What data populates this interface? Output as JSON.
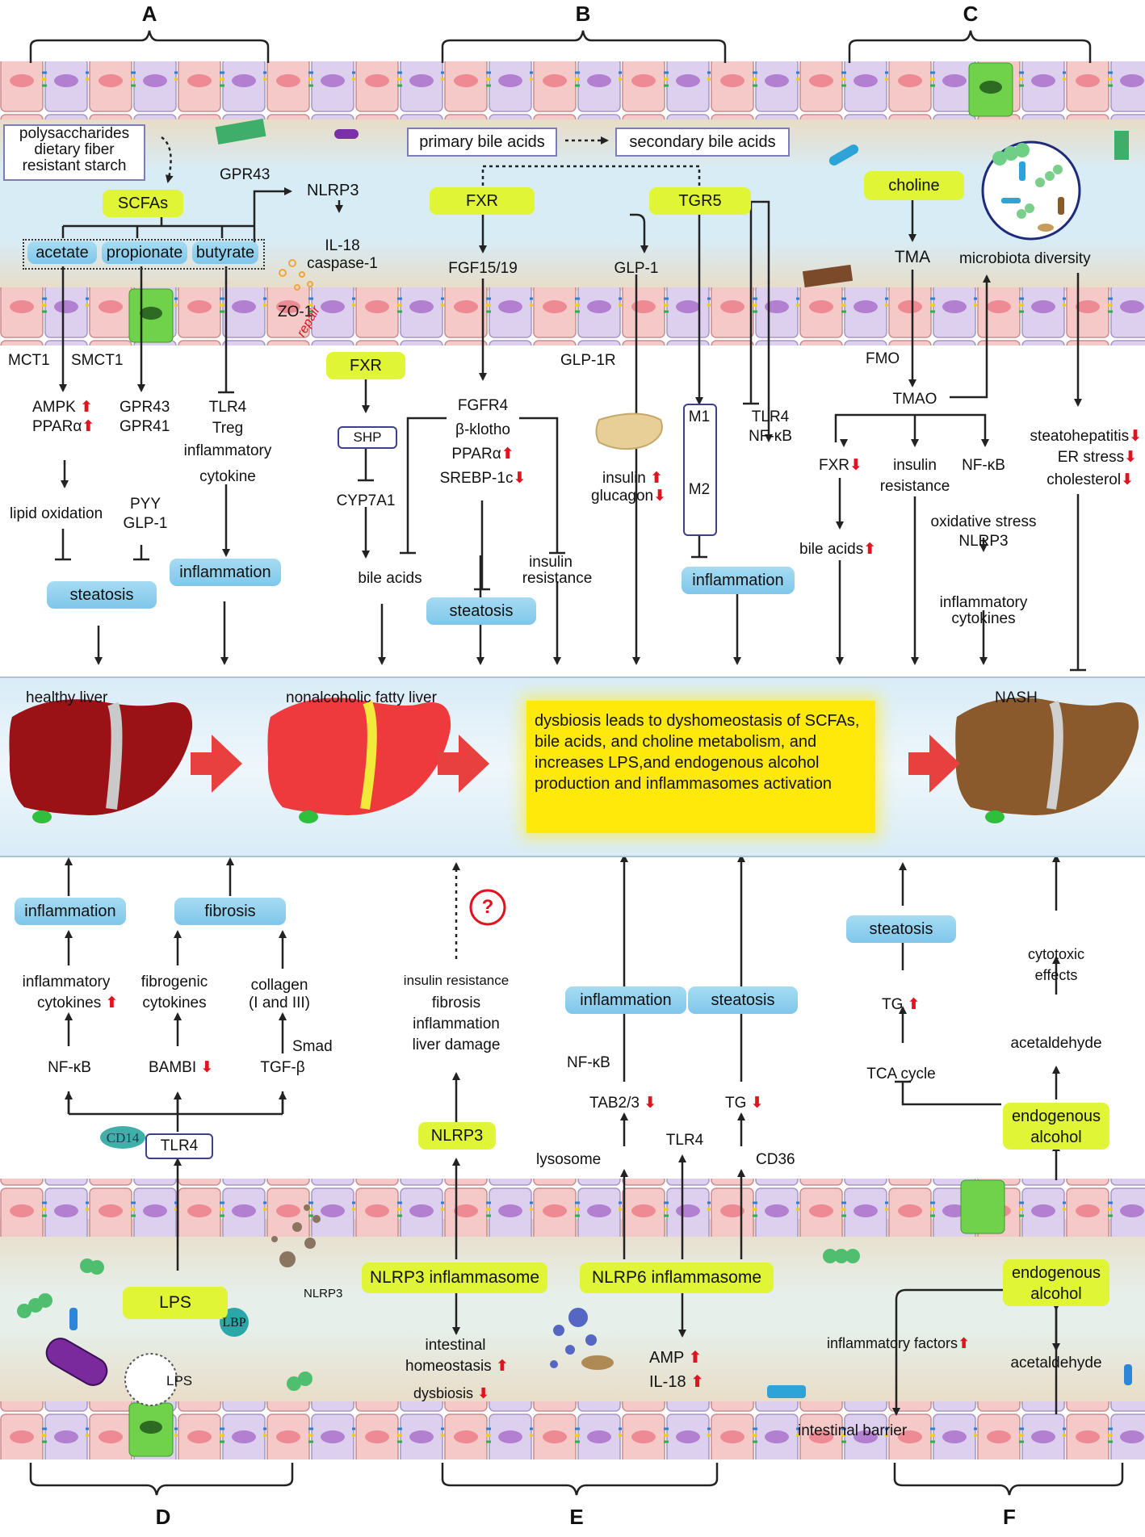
{
  "panels": {
    "a": "A",
    "b": "B",
    "c": "C",
    "d": "D",
    "e": "E",
    "f": "F"
  },
  "A": {
    "source_box": [
      "polysaccharides",
      "dietary fiber",
      "resistant starch"
    ],
    "scfas": "SCFAs",
    "acetate": "acetate",
    "propionate": "propionate",
    "butyrate": "butyrate",
    "gpr43_top": "GPR43",
    "nlrp3": "NLRP3",
    "il18": "IL-18",
    "casp1": "caspase-1",
    "zo1": "ZO-1",
    "repair": "repair",
    "mct1": "MCT1",
    "smct1": "SMCT1",
    "ampk": "AMPK",
    "ppara": "PPARα",
    "gpr43": "GPR43",
    "gpr41": "GPR41",
    "tlr4": "TLR4",
    "treg": "Treg",
    "inflammatory": "inflammatory",
    "cytokine": "cytokine",
    "lipid_ox": "lipid oxidation",
    "pyy": "PYY",
    "glp1": "GLP-1",
    "steatosis": "steatosis",
    "inflammation": "inflammation"
  },
  "B": {
    "primary": "primary bile acids",
    "secondary": "secondary bile acids",
    "fxr": "FXR",
    "tgr5": "TGR5",
    "fgf": "FGF15/19",
    "glp1": "GLP-1",
    "fxr2": "FXR",
    "shp": "SHP",
    "cyp": "CYP7A1",
    "bile_acids": "bile acids",
    "fgfr4": "FGFR4",
    "bklotho": "β-klotho",
    "ppara": "PPARα",
    "srebp": "SREBP-1c",
    "steatosis": "steatosis",
    "insulin_res1": "insulin",
    "insulin_res2": "resistance",
    "glp1r": "GLP-1R",
    "insulin": "insulin",
    "glucagon": "glucagon",
    "m1": "M1",
    "m2": "M2",
    "tlr4": "TLR4",
    "nfkb": "NF-κB",
    "inflammation": "inflammation"
  },
  "C": {
    "choline": "choline",
    "tma": "TMA",
    "diversity": "microbiota diversity",
    "fmo": "FMO",
    "tmao": "TMAO",
    "fxr": "FXR",
    "bile_acids": "bile acids",
    "insulin": "insulin",
    "resistance": "resistance",
    "nfkb": "NF-κB",
    "oxstress": "oxidative stress",
    "nlrp3": "NLRP3",
    "inf_cyto1": "inflammatory",
    "inf_cyto2": "cytokines",
    "steatohep": "steatohepatitis",
    "er_stress": "ER stress",
    "cholesterol": "cholesterol"
  },
  "liver": {
    "healthy": "healthy liver",
    "nafl": "nonalcoholic fatty liver",
    "nash": "NASH",
    "summary": "dysbiosis leads to dyshomeostasis of SCFAs, bile acids, and choline metabolism, and increases LPS,and endogenous alcohol production and inflammasomes activation"
  },
  "D": {
    "inflammation": "inflammation",
    "fibrosis": "fibrosis",
    "inf_cyto1": "inflammatory",
    "inf_cyto2": "cytokines",
    "fib_cyto1": "fibrogenic",
    "fib_cyto2": "cytokines",
    "collagen1": "collagen",
    "collagen2": "(I and III)",
    "smad": "Smad",
    "nfkb": "NF-κB",
    "bambi": "BAMBI",
    "tgfb": "TGF-β",
    "cd14": "CD14",
    "tlr4": "TLR4",
    "lps": "LPS",
    "lbp": "LBP",
    "lps_small": "LPS",
    "nlrp3_small": "NLRP3"
  },
  "E": {
    "question": "?",
    "ir": "insulin resistance",
    "fibrosis": "fibrosis",
    "inflammation_t": "inflammation",
    "damage": "liver damage",
    "nlrp3": "NLRP3",
    "inflammation": "inflammation",
    "steatosis": "steatosis",
    "nfkb": "NF-κB",
    "tab": "TAB2/3",
    "tg": "TG",
    "lysosome": "lysosome",
    "tlr4": "TLR4",
    "cd36": "CD36",
    "nlrp3_inf": "NLRP3 inflammasome",
    "nlrp6_inf": "NLRP6 inflammasome",
    "homeo1": "intestinal",
    "homeo2": "homeostasis",
    "dysbiosis": "dysbiosis",
    "amp": "AMP",
    "il18": "IL-18"
  },
  "F": {
    "steatosis": "steatosis",
    "tg": "TG",
    "tca": "TCA cycle",
    "cytotoxic1": "cytotoxic",
    "cytotoxic2": "effects",
    "acetaldehyde": "acetaldehyde",
    "endo1": "endogenous",
    "endo2": "alcohol",
    "endo1b": "endogenous",
    "endo2b": "alcohol",
    "inf_factors": "inflammatory factors",
    "acetaldehyde2": "acetaldehyde",
    "barrier": "intestinal barrier"
  },
  "marks": {
    "up": "⬆",
    "down": "⬇"
  },
  "colors": {
    "yellow_box": "#dff535",
    "blue_box": "#8fd0ef",
    "arrow_red": "#e0141e",
    "cell_pink": "#f6c9c9",
    "cell_purple": "#d8c9ea",
    "lumen": "#e9e0cf"
  }
}
